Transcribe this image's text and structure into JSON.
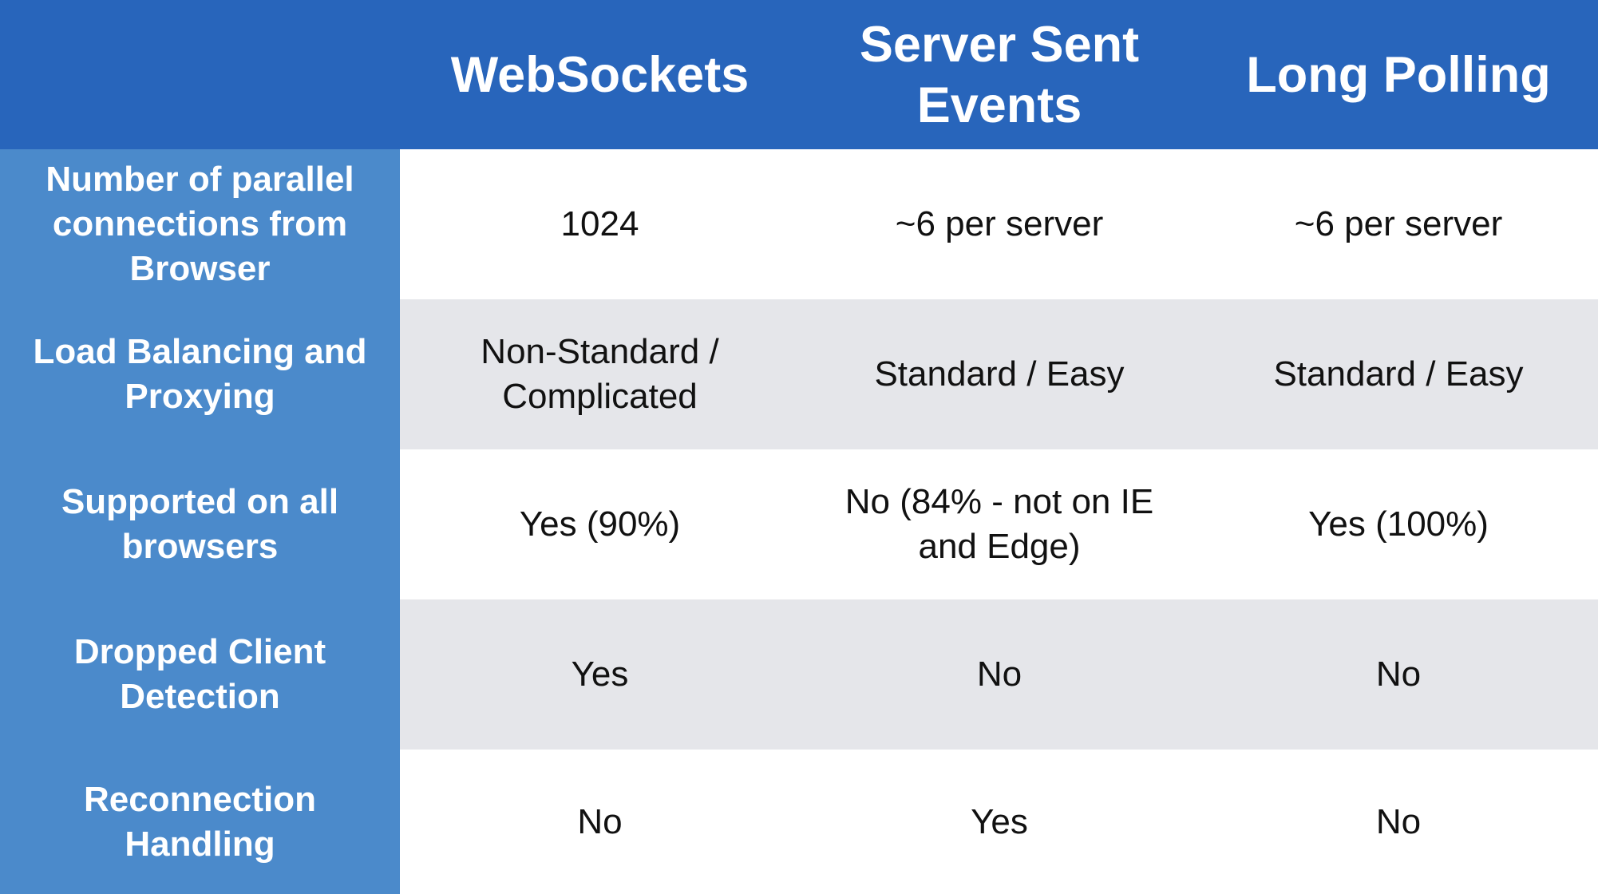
{
  "colors": {
    "header_bg": "#2865bb",
    "row_header_bg": "#4b8acb",
    "row_bg_white": "#ffffff",
    "row_bg_grey": "#e5e6ea"
  },
  "columns": [
    "WebSockets",
    "Server Sent Events",
    "Long Polling"
  ],
  "rows": [
    {
      "label": "Number of parallel connections from Browser",
      "values": [
        "1024",
        "~6 per server",
        "~6 per server"
      ]
    },
    {
      "label": "Load Balancing and Proxying",
      "values": [
        "Non-Standard / Complicated",
        "Standard / Easy",
        "Standard / Easy"
      ]
    },
    {
      "label": "Supported on all browsers",
      "values": [
        "Yes (90%)",
        "No (84% - not on IE and Edge)",
        "Yes (100%)"
      ]
    },
    {
      "label": "Dropped Client Detection",
      "values": [
        "Yes",
        "No",
        "No"
      ]
    },
    {
      "label": "Reconnection Handling",
      "values": [
        "No",
        "Yes",
        "No"
      ]
    }
  ]
}
